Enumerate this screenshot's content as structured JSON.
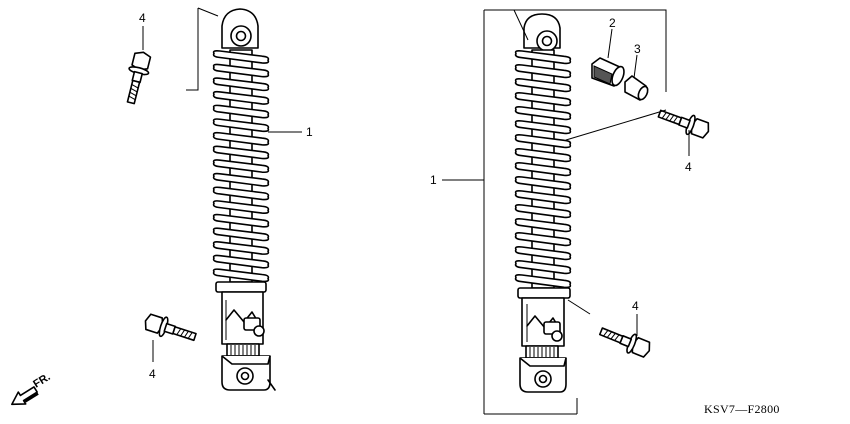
{
  "callouts": {
    "left_bolt_top": "4",
    "left_shock": "1",
    "left_bolt_bottom": "4",
    "right_shock": "1",
    "bushing": "2",
    "collar": "3",
    "right_bolt_top": "4",
    "right_bolt_bottom": "4"
  },
  "direction_label": "FR.",
  "diagram_code": "KSV7—F2800",
  "parts": [
    {
      "ref": "1",
      "name": "rear-shock-absorber",
      "count": 2
    },
    {
      "ref": "2",
      "name": "rubber-bushing",
      "count": 1
    },
    {
      "ref": "3",
      "name": "collar",
      "count": 1
    },
    {
      "ref": "4",
      "name": "flange-bolt",
      "count": 4
    }
  ]
}
